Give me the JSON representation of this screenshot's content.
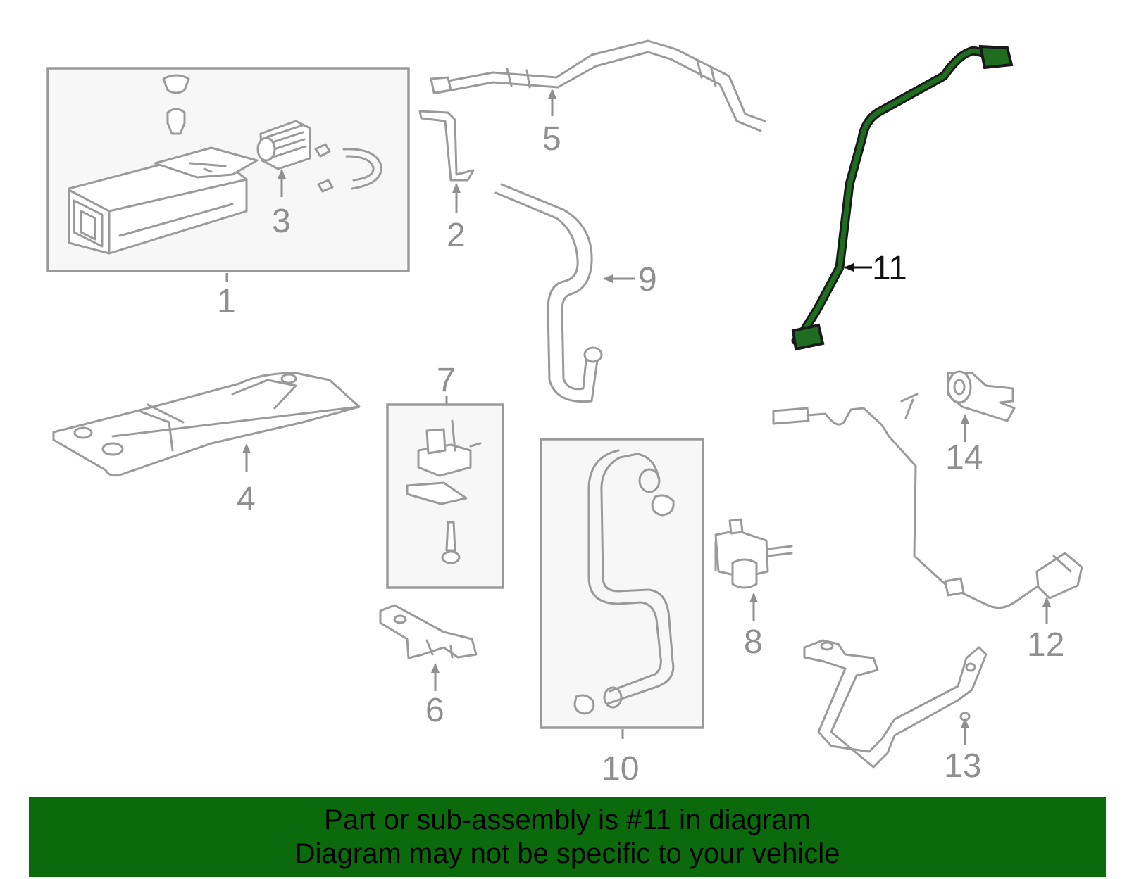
{
  "callouts": {
    "c1": "1",
    "c2": "2",
    "c3": "3",
    "c4": "4",
    "c5": "5",
    "c6": "6",
    "c7": "7",
    "c8": "8",
    "c9": "9",
    "c10": "10",
    "c11": "11",
    "c12": "12",
    "c13": "13",
    "c14": "14"
  },
  "highlighted_part": "11",
  "banner": {
    "line1": "Part or sub-assembly is #11 in diagram",
    "line2": "Diagram may not be specific to your vehicle"
  },
  "colors": {
    "highlight": "#1f6e1f",
    "banner": "#0b6a0b",
    "line_art": "#9a9a9a"
  }
}
